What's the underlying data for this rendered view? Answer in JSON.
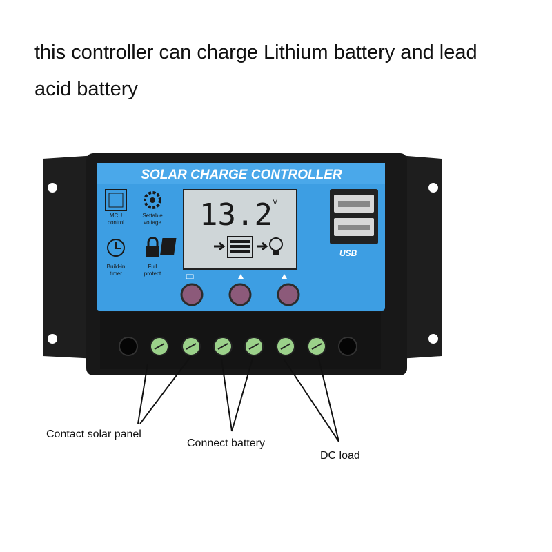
{
  "headline": "this controller can charge Lithium battery and lead acid battery",
  "device": {
    "title": "SOLAR CHARGE CONTROLLER",
    "lcd_reading": "13.2",
    "lcd_unit": "V",
    "features": [
      {
        "icon": "chip-icon",
        "label_line1": "MCU",
        "label_line2": "control"
      },
      {
        "icon": "gear-icon",
        "label_line1": "Settable",
        "label_line2": "voltage"
      },
      {
        "icon": "clock-icon",
        "label_line1": "Build-in",
        "label_line2": "timer"
      },
      {
        "icon": "lock-icon",
        "label_line1": "Full",
        "label_line2": "protect"
      }
    ],
    "usb_label": "USB",
    "buttons": [
      "menu-button",
      "up-button",
      "down-load-button"
    ]
  },
  "callouts": {
    "solar": "Contact solar panel",
    "battery": "Connect battery",
    "load": "DC load"
  },
  "colors": {
    "panel_blue": "#3d9ee3",
    "housing": "#1b1b1b",
    "lcd": "#cfd6d8",
    "terminal_green": "#9bd18a"
  }
}
